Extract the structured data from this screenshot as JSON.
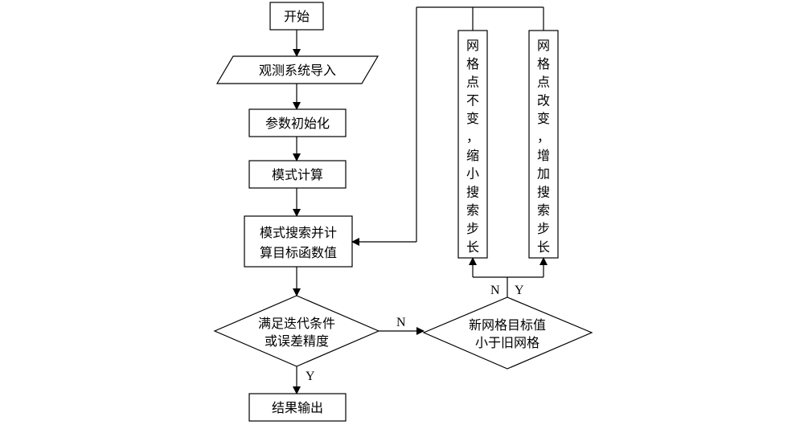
{
  "flowchart": {
    "start": "开始",
    "import": "观测系统导入",
    "init": "参数初始化",
    "mode_calc": "模式计算",
    "search_line1": "模式搜索并计",
    "search_line2": "算目标函数值",
    "condition_line1": "满足迭代条件",
    "condition_line2": "或误差精度",
    "output": "结果输出",
    "compare_line1": "新网格目标值",
    "compare_line2": "小于旧网格",
    "shrink_chars": [
      "网",
      "格",
      "点",
      "不",
      "变",
      "，",
      "缩",
      "小",
      "搜",
      "索",
      "步",
      "长"
    ],
    "grow_chars": [
      "网",
      "格",
      "点",
      "改",
      "变",
      "，",
      "增",
      "加",
      "搜",
      "索",
      "步",
      "长"
    ],
    "label_n_condition": "N",
    "label_y_condition": "Y",
    "label_n_compare": "N",
    "label_y_compare": "Y"
  }
}
